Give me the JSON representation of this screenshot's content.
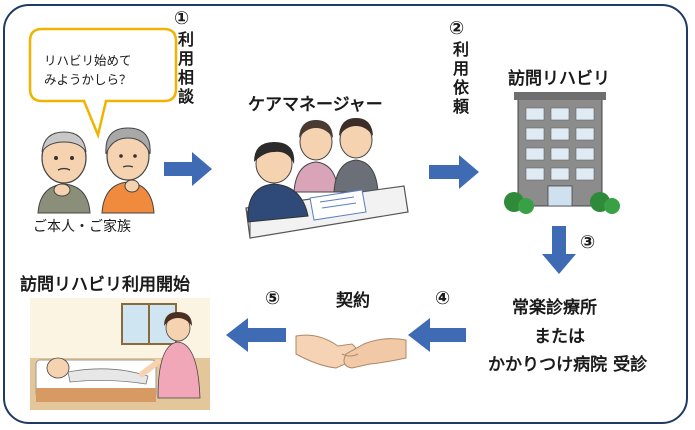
{
  "speech_bubble": {
    "line1": "リハビリ始めて",
    "line2": "みようかしら？"
  },
  "self_family_label": "ご本人・ご家族",
  "step1": {
    "num": "①",
    "chars": [
      "利",
      "用",
      "相",
      "談"
    ]
  },
  "care_manager_label": "ケアマネージャー",
  "step2": {
    "num": "②",
    "chars": [
      "利",
      "用",
      "依",
      "頼"
    ]
  },
  "home_rehab_label": "訪問リハビリ",
  "step3": {
    "num": "③"
  },
  "clinic": {
    "line1": "常楽診療所",
    "line2": "または",
    "line3": "かかりつけ病院 受診"
  },
  "step4": {
    "num": "④"
  },
  "contract_label": "契約",
  "step5": {
    "num": "⑤"
  },
  "start_label": "訪問リハビリ利用開始",
  "colors": {
    "arrow": "#3f6bb5",
    "frame": "#1f3a64",
    "bubble_border": "#f0b400"
  }
}
